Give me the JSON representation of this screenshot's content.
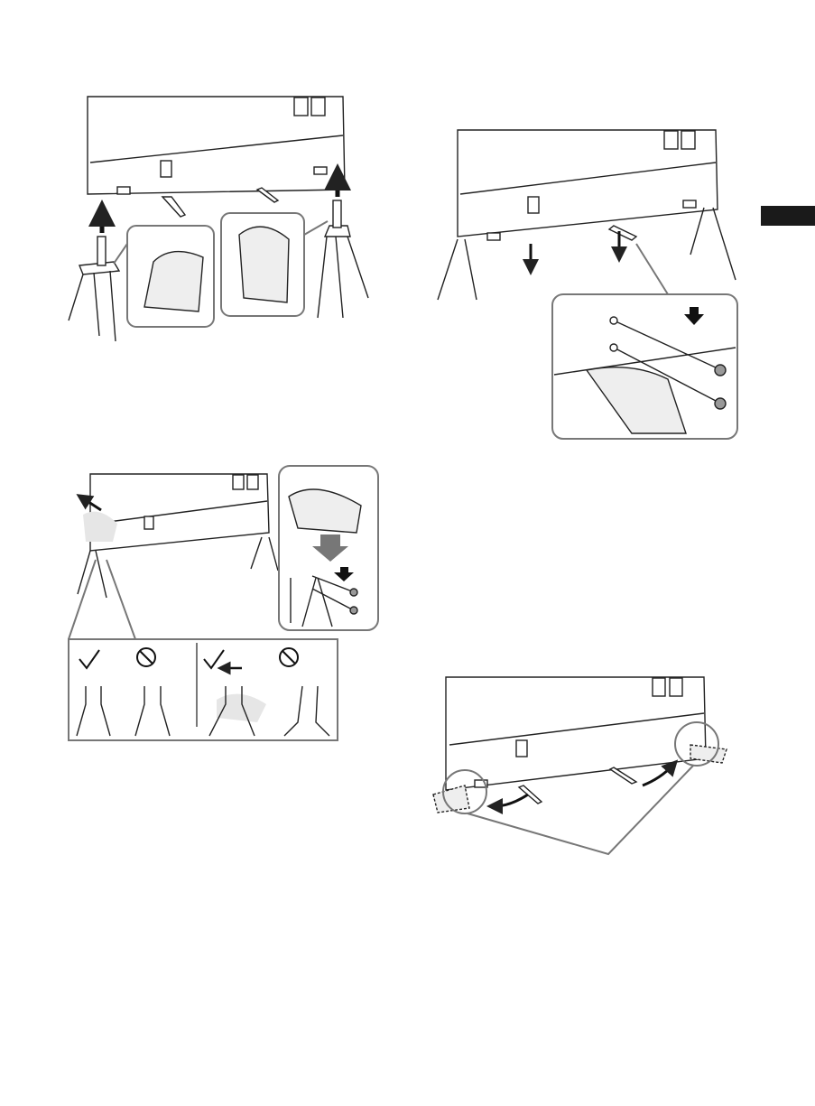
{
  "steps": [
    {
      "id": "attach-stand-legs",
      "screw_label": ""
    },
    {
      "id": "fasten-screws-front",
      "screw_label": "× 2"
    },
    {
      "id": "fasten-screws-side",
      "screw_label": "× 2"
    },
    {
      "id": "rotate-foot-covers",
      "screw_label": ""
    }
  ],
  "colors": {
    "line": "#222222",
    "fill": "#ffffff",
    "shade": "#e6e6e6",
    "callout": "#6b6b6b",
    "tab": "#1a1a1a"
  },
  "icons": [
    "up-arrow-icon",
    "down-arrow-icon",
    "screw-icon",
    "check-icon",
    "prohibited-icon",
    "rotate-arrow-icon"
  ]
}
